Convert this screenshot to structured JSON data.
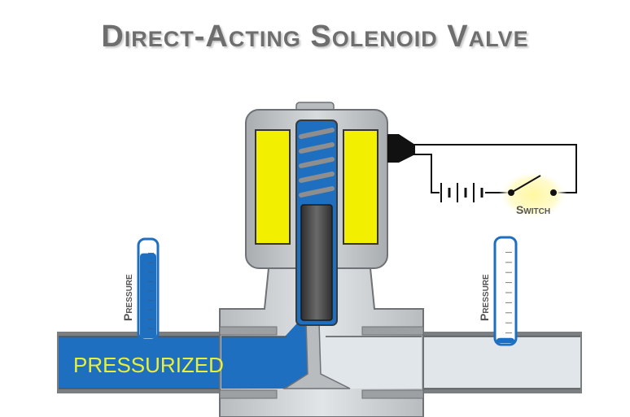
{
  "diagram": {
    "title": "Direct-Acting Solenoid Valve",
    "labels": {
      "left_gauge": "Pressure",
      "right_gauge": "Pressure",
      "switch": "Switch",
      "pressurized": "PRESSURIZED"
    },
    "state": {
      "left_gauge_level": 0.9,
      "right_gauge_level": 0.05
    },
    "colors": {
      "pressurized_fluid": "#1e6fc0",
      "unpressurized_fluid": "#e0e6ea",
      "body": "#cfd3d6",
      "coil": "#f2f000",
      "coil_housing": "#b8bcbf",
      "plunger": "#4a4a4a",
      "spring": "#9a9a9a",
      "title": "#6e6e6e",
      "pressurized_text": "#e8f03a",
      "switch_glow": "#fffbbf"
    }
  }
}
